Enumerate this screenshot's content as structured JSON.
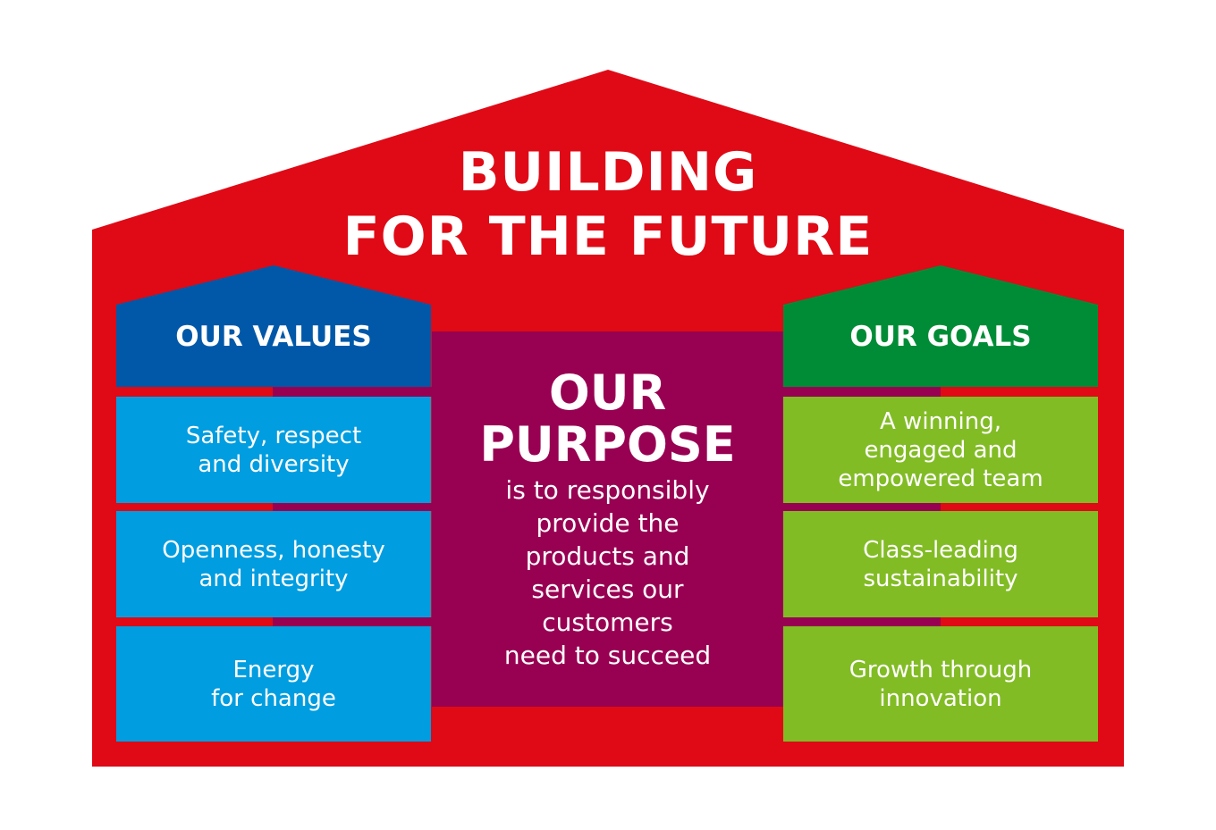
{
  "colors": {
    "house": "#DF0A16",
    "values_roof": "#0158A8",
    "values_item": "#009DE0",
    "goals_roof": "#008C36",
    "goals_item": "#82BC25",
    "purpose": "#980052"
  },
  "title": {
    "line1": "BUILDING",
    "line2": "FOR THE FUTURE"
  },
  "values": {
    "heading": "OUR VALUES",
    "items": [
      "Safety, respect\nand diversity",
      "Openness, honesty\nand integrity",
      "Energy\nfor change"
    ]
  },
  "purpose": {
    "heading": "OUR\nPURPOSE",
    "body": "is to responsibly\nprovide the\nproducts and\nservices our\ncustomers\nneed to succeed"
  },
  "goals": {
    "heading": "OUR GOALS",
    "items": [
      "A winning,\nengaged and\nempowered team",
      "Class-leading\nsustainability",
      "Growth through\ninnovation"
    ]
  }
}
